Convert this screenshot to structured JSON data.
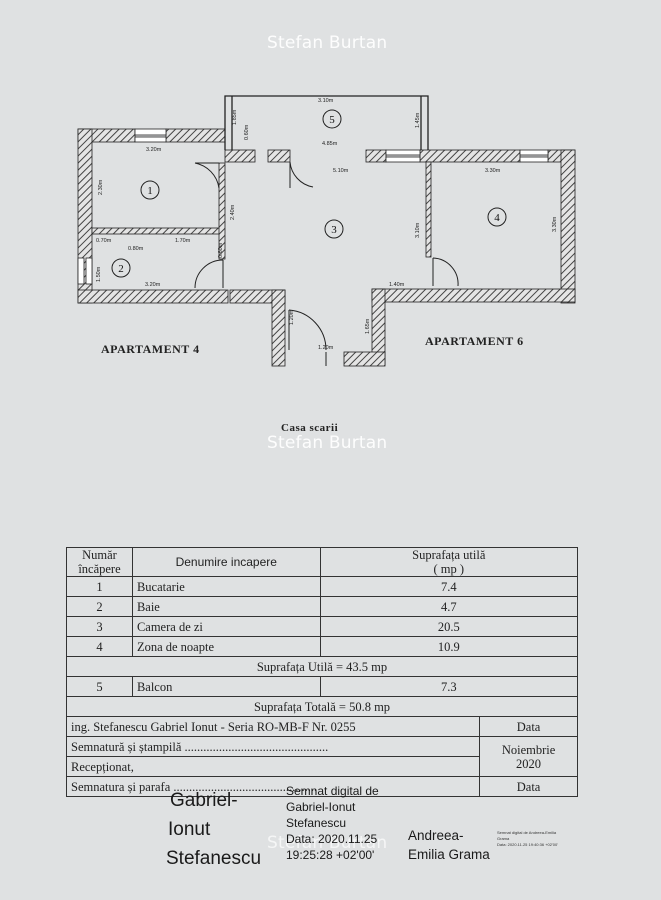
{
  "watermark": "Stefan Burtan",
  "plan": {
    "rooms": [
      "1",
      "2",
      "3",
      "4",
      "5"
    ],
    "dims": {
      "d_3_10": "3.10m",
      "d_1_85": "1.85m",
      "d_0_60": "0.60m",
      "d_1_45": "1.45m",
      "d_3_20": "3.20m",
      "d_4_85": "4.85m",
      "d_5_10": "5.10m",
      "d_3_30": "3.30m",
      "d_2_30": "2.30m",
      "d_0_70": "0.70m",
      "d_0_80": "0.80m",
      "d_1_70": "1.70m",
      "d_2_40": "2.40m",
      "d_3_10b": "3.10m",
      "d_3_30b": "3.30m",
      "d_1_50": "1.50m",
      "d_3_20b": "3.20m",
      "d_1_40": "1.40m",
      "d_1_65": "1.65m",
      "d_1_20": "1.20m"
    },
    "apt4": "APARTAMENT 4",
    "apt6": "APARTAMENT 6",
    "stairs": "Casa scarii"
  },
  "table": {
    "h_num": [
      "Număr",
      "încăpere"
    ],
    "h_name": "Denumire incapere",
    "h_area": [
      "Suprafața utilă",
      "( mp )"
    ],
    "rows": [
      {
        "n": "1",
        "name": "Bucatarie",
        "area": "7.4"
      },
      {
        "n": "2",
        "name": "Baie",
        "area": "4.7"
      },
      {
        "n": "3",
        "name": "Camera de zi",
        "area": "20.5"
      },
      {
        "n": "4",
        "name": "Zona de noapte",
        "area": "10.9"
      }
    ],
    "useful": "Suprafața Utilă = 43.5 mp",
    "balcony": {
      "n": "5",
      "name": "Balcon",
      "area": "7.3"
    },
    "total": "Suprafața Totală = 50.8 mp",
    "engineer": "ing. Stefanescu Gabriel Ionut - Seria RO-MB-F Nr. 0255",
    "data_label": "Data",
    "sign_stamp": "Semnatură și ștampilă",
    "dots": "..............................................",
    "month": "Noiembrie",
    "year": "2020",
    "received": "Recepționat,",
    "sign_name": "Semnatura și parafa",
    "data_label2": "Data"
  },
  "signature": {
    "name_big": [
      "Gabriel-",
      "Ionut",
      "Stefanescu"
    ],
    "digital": [
      "Semnat digital de",
      "Gabriel-Ionut",
      "Stefanescu",
      "Data: 2020.11.25",
      "19:25:28 +02'00'"
    ],
    "second": [
      "Andreea-",
      "Emilia Grama"
    ],
    "small": [
      "Semnat digital de Andreea-Emilia",
      "Grama",
      "Data: 2020.11.25 19:40:36 +02'00'"
    ]
  }
}
